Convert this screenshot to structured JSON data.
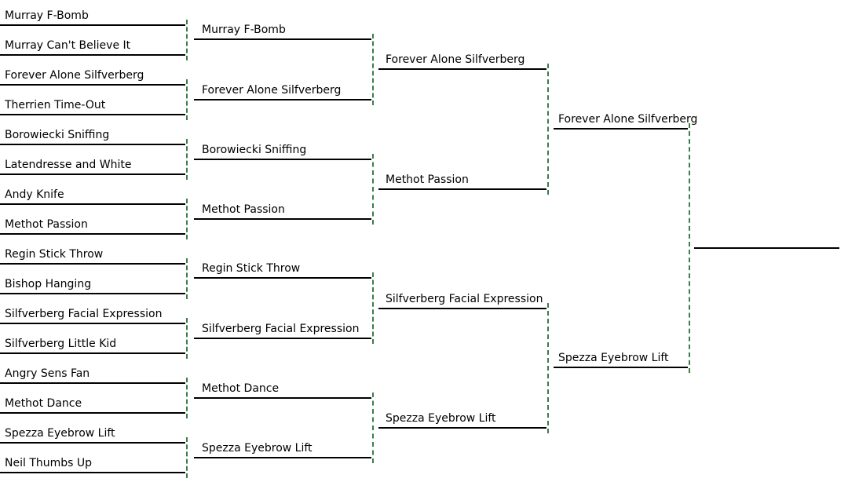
{
  "bracket": {
    "round1": [
      "Murray F-Bomb",
      "Murray Can't Believe It",
      "Forever Alone Silfverberg",
      "Therrien Time-Out",
      "Borowiecki Sniffing",
      "Latendresse and White",
      "Andy Knife",
      "Methot Passion",
      "Regin Stick Throw",
      "Bishop Hanging",
      "Silfverberg Facial Expression",
      "Silfverberg Little Kid",
      "Angry Sens Fan",
      "Methot Dance",
      "Spezza Eyebrow Lift",
      "Neil Thumbs Up"
    ],
    "round2": [
      "Murray F-Bomb",
      "Forever Alone Silfverberg",
      "Borowiecki Sniffing",
      "Methot Passion",
      "Regin Stick Throw",
      "Silfverberg Facial Expression",
      "Methot Dance",
      "Spezza Eyebrow Lift"
    ],
    "round3": [
      "Forever Alone Silfverberg",
      "Methot Passion",
      "Silfverberg Facial Expression",
      "Spezza Eyebrow Lift"
    ],
    "round4": [
      "Forever Alone Silfverberg",
      "Spezza Eyebrow Lift"
    ],
    "champion": ""
  }
}
